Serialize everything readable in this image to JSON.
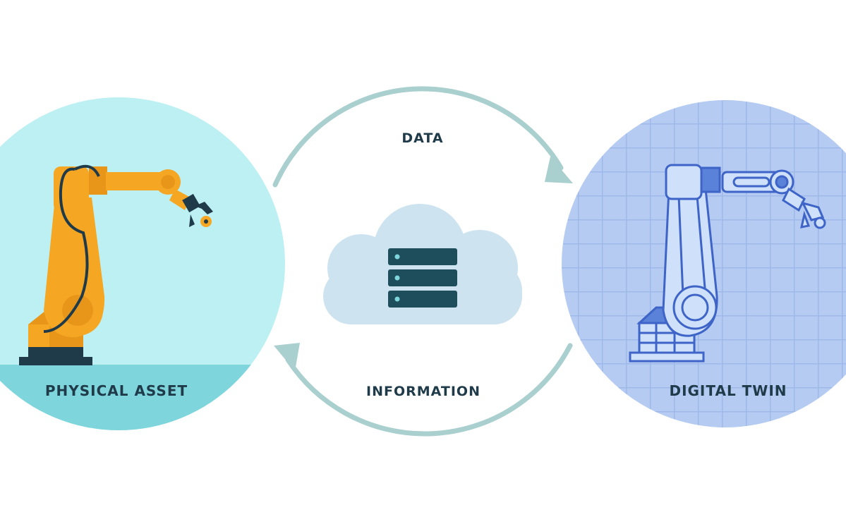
{
  "labels": {
    "top_arrow": "DATA",
    "bottom_arrow": "INFORMATION",
    "left_circle": "PHYSICAL ASSET",
    "right_circle": "DIGITAL TWIN"
  },
  "icons": {
    "center": "cloud-server-icon",
    "left": "orange-robotic-arm-icon",
    "right": "blueprint-robotic-arm-icon"
  },
  "colors": {
    "left_circle_fill": "#bdf0f3",
    "left_ground": "#7fd5dc",
    "right_circle_fill": "#b5cbf2",
    "grid_line": "#9fb8ea",
    "arrow": "#a9cfce",
    "cloud": "#cde3f0",
    "server": "#1e4d5c",
    "text": "#1f3b4a",
    "robot_orange": "#f5a623",
    "robot_dark": "#1f3b4a",
    "twin_blue": "#3e64c8"
  }
}
